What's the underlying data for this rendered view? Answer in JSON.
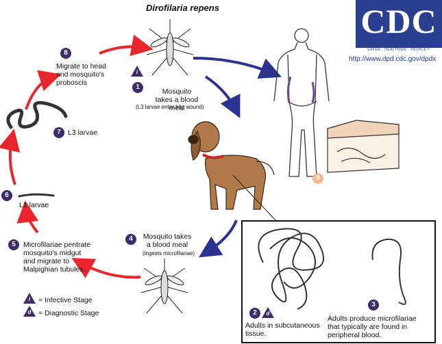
{
  "title": "Dirofilaria repens",
  "logo": {
    "letters": "CDC",
    "tagline": "SAFER · HEALTHIER · PEOPLE™",
    "color": "#2a3f8f"
  },
  "url": "http://www.dpd.cdc.gov/dpdx",
  "colors": {
    "badge": "#3d2b6b",
    "red_arrow": "#e8262b",
    "blue_arrow": "#2a3490",
    "stage9": "#f7b98a"
  },
  "symbols": {
    "infective": "i",
    "diagnostic": "d"
  },
  "steps": {
    "s1": {
      "num": "1",
      "line1": "Mosquito",
      "line2": "takes a blood meal",
      "note": "(L3 larvae enter bite wound)"
    },
    "s2": {
      "num": "2",
      "line1": "Adults in subcutaneous",
      "line2": "tissue."
    },
    "s3": {
      "num": "3",
      "line1": "Adults produce microfilariae",
      "line2": "that typically are found in",
      "line3": "peripheral blood."
    },
    "s4": {
      "num": "4",
      "line1": "Mosquito takes",
      "line2": "a blood meal",
      "note": "(ingests microfilariae)"
    },
    "s5": {
      "num": "5",
      "line1": "Microfilariae pentrate",
      "line2": "mosquito's midgut",
      "line3": "and migrate to",
      "line4": "Malpighian tubules."
    },
    "s6": {
      "num": "6",
      "label": "L1 larvae"
    },
    "s7": {
      "num": "7",
      "label": "L3 larvae"
    },
    "s8": {
      "num": "8",
      "line1": "Migrate to head",
      "line2": "and mosquito's",
      "line3": "proboscis"
    },
    "s9": {
      "num": "9"
    }
  },
  "legend": {
    "infective": "= Infective Stage",
    "diagnostic": "= Diagnostic Stage"
  }
}
